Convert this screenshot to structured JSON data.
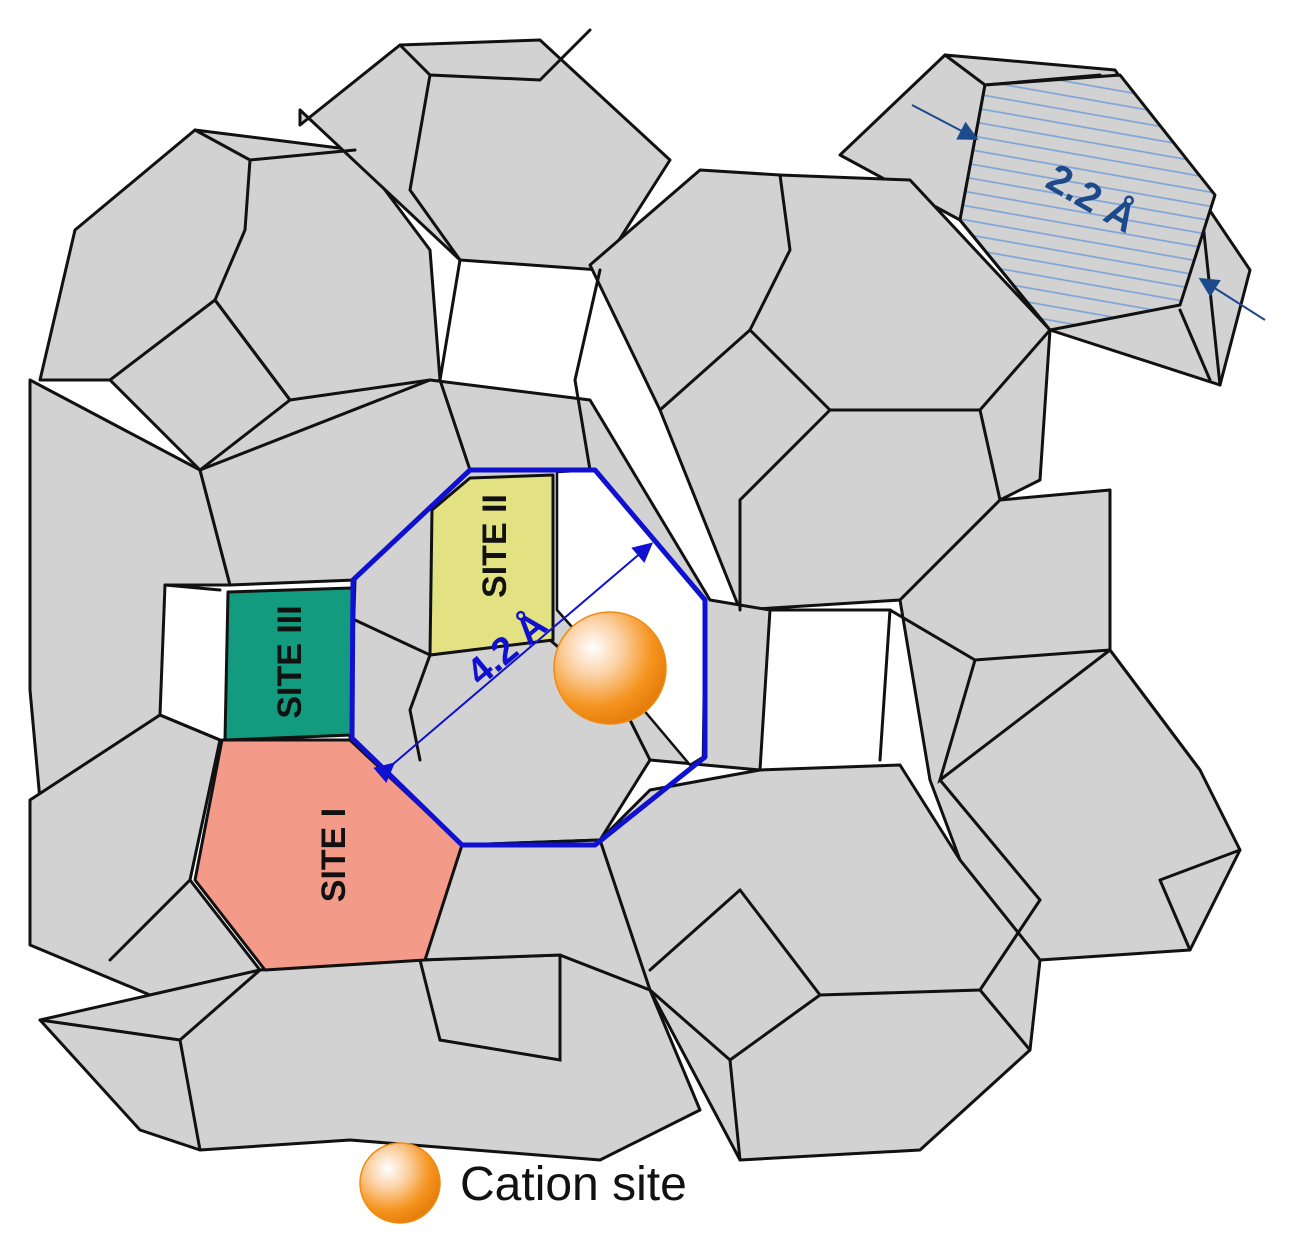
{
  "labels": {
    "site_i": "SITE I",
    "site_ii": "SITE II",
    "site_iii": "SITE III"
  },
  "dimensions": {
    "large_window": "4.2 Å",
    "small_window": "2.2 Å"
  },
  "legend": {
    "cation_site": "Cation site"
  },
  "colors": {
    "framework": "#d2d2d2",
    "site_i": "#f39a88",
    "site_ii": "#e2e283",
    "site_iii": "#129b7f",
    "window_outline": "#1010d0",
    "cation": "#f5941f",
    "dimension_arrow": "#1c4a8a"
  }
}
